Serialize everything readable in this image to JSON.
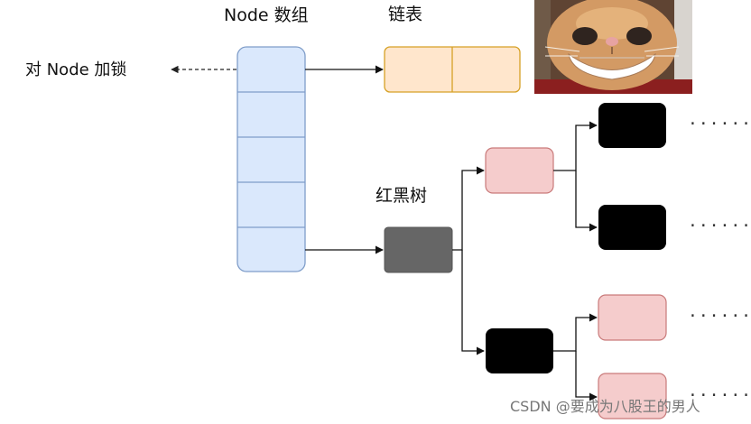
{
  "labels": {
    "node_array": "Node 数组",
    "linked_list": "链表",
    "lock_node": "对 Node 加锁",
    "red_black_tree": "红黑树"
  },
  "ellipsis": "·······",
  "watermark": "CSDN @要成为八股王的男人",
  "colors": {
    "node_array_fill": "#dae8fc",
    "node_array_stroke": "#7f9dc9",
    "linked_list_fill": "#ffe6cc",
    "linked_list_stroke": "#d6a125",
    "red_node_fill": "#f5cccc",
    "red_node_stroke": "#c97a7a",
    "black_node_fill": "#000000",
    "root_node_fill": "#666666",
    "edge_color": "#111111"
  },
  "image": {
    "subject": "grinning-cat-photo"
  }
}
